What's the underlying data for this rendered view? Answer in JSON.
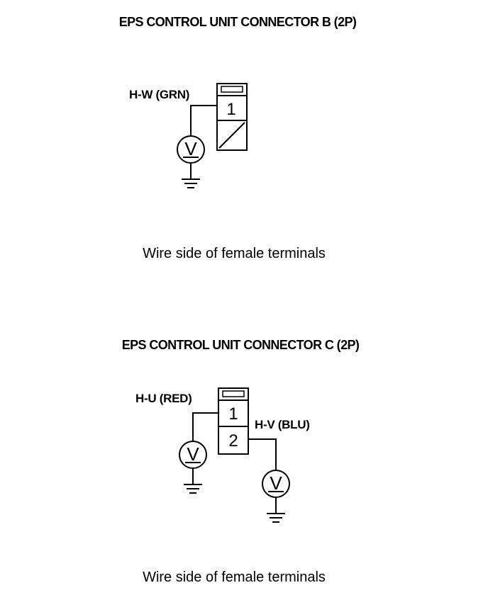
{
  "diagram_b": {
    "title": "EPS CONTROL UNIT CONNECTOR B (2P)",
    "wire_label": "H-W (GRN)",
    "pin1": "1",
    "meter_symbol": "V",
    "caption": "Wire side of female terminals"
  },
  "diagram_c": {
    "title": "EPS CONTROL UNIT CONNECTOR C (2P)",
    "wire1_label": "H-U (RED)",
    "wire2_label": "H-V (BLU)",
    "pin1": "1",
    "pin2": "2",
    "meter_symbol": "V",
    "caption": "Wire side of female terminals"
  }
}
